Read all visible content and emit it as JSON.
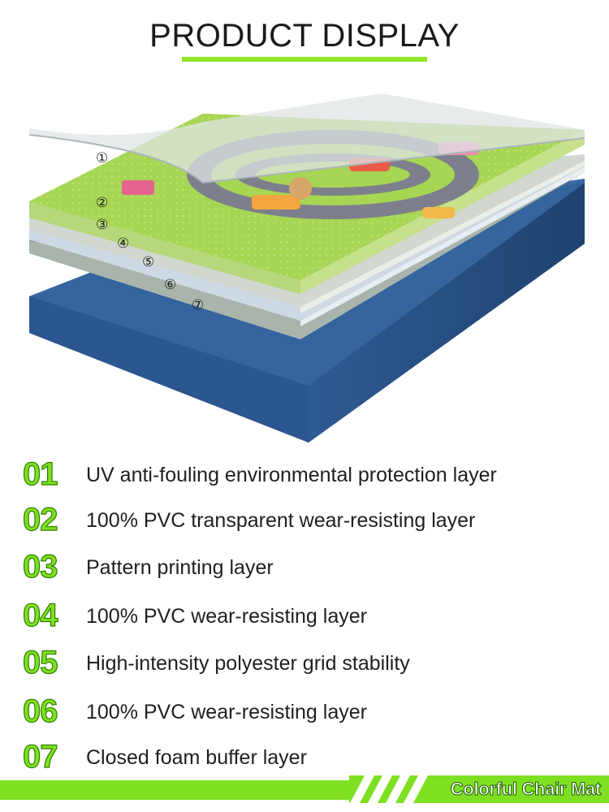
{
  "header": {
    "title": "PRODUCT DISPLAY"
  },
  "diagram": {
    "markers": [
      "①",
      "②",
      "③",
      "④",
      "⑤",
      "⑥",
      "⑦"
    ]
  },
  "layers": [
    {
      "number": "01",
      "description": "UV anti-fouling environmental protection layer"
    },
    {
      "number": "02",
      "description": "100% PVC transparent wear-resisting layer"
    },
    {
      "number": "03",
      "description": "Pattern printing layer"
    },
    {
      "number": "04",
      "description": "100% PVC wear-resisting layer"
    },
    {
      "number": "05",
      "description": "High-intensity polyester grid stability"
    },
    {
      "number": "06",
      "description": "100% PVC wear-resisting layer"
    },
    {
      "number": "07",
      "description": "Closed foam buffer layer"
    }
  ],
  "footer": {
    "brand": "Colorful Chair Mat"
  },
  "colors": {
    "accent_green": "#7ee021",
    "foam_blue": "#2d5a8e",
    "print_green": "#9fd24a"
  }
}
